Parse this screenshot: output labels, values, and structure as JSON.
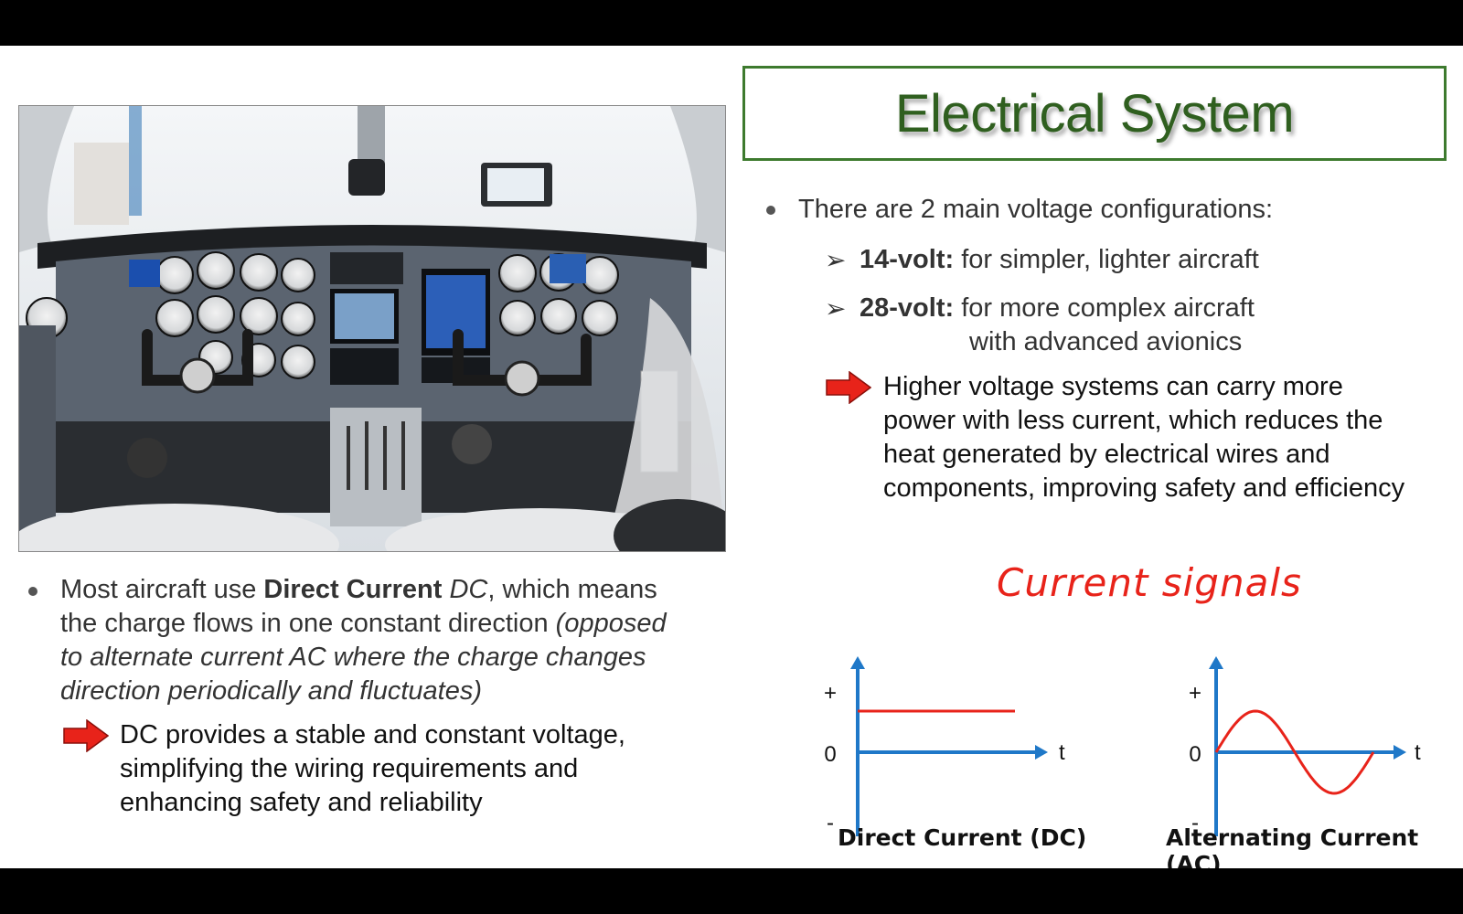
{
  "slide": {
    "title": "Electrical System",
    "voltage": {
      "intro": "There are 2 main voltage configurations:",
      "items": [
        {
          "label": "14-volt:",
          "text": "for simpler, lighter aircraft",
          "text2": ""
        },
        {
          "label": "28-volt:",
          "text": "for more complex aircraft",
          "text2": "with advanced avionics"
        }
      ],
      "note_lines": [
        "Higher voltage systems can carry more",
        "power with less current, which reduces the",
        "heat generated by electrical wires and",
        "components, improving safety and efficiency"
      ]
    },
    "dc": {
      "prefix": "Most aircraft use ",
      "bold": "Direct Current",
      "italic_abbr": "DC",
      "line1_rest": ", which means",
      "line2_plain": "the charge flows in one constant direction ",
      "line2_italic": "(opposed",
      "line3_italic": "to alternate current AC where the charge changes",
      "line4_italic": "direction periodically and fluctuates)",
      "note_lines": [
        "DC provides a stable and constant voltage,",
        "simplifying the wiring requirements and",
        "enhancing safety and reliability"
      ]
    },
    "signals": {
      "title": "Current signals",
      "dc_caption": "Direct Current (DC)",
      "ac_caption": "Alternating Current (AC)",
      "plus": "+",
      "zero": "0",
      "minus": "-",
      "t": "t"
    }
  },
  "colors": {
    "title_border": "#3d7a2e",
    "title_text": "#2f5f1f",
    "axis": "#1f78c8",
    "signal": "#e8231a",
    "arrow_red": "#e8231a"
  },
  "chart_data": [
    {
      "type": "line",
      "series": [
        {
          "values": [
            0.6,
            0.6
          ]
        }
      ],
      "x": [
        0,
        1
      ],
      "ylim": [
        -1,
        1
      ],
      "yticks": [
        "-",
        "0",
        "+"
      ],
      "xlabel": "t",
      "title": ""
    },
    {
      "type": "line",
      "series": [
        {
          "values": [
            0,
            0.6,
            0,
            -0.6,
            0
          ]
        }
      ],
      "x": [
        0,
        0.25,
        0.5,
        0.75,
        1
      ],
      "ylim": [
        -1,
        1
      ],
      "yticks": [
        "-",
        "0",
        "+"
      ],
      "xlabel": "t",
      "title": ""
    }
  ]
}
